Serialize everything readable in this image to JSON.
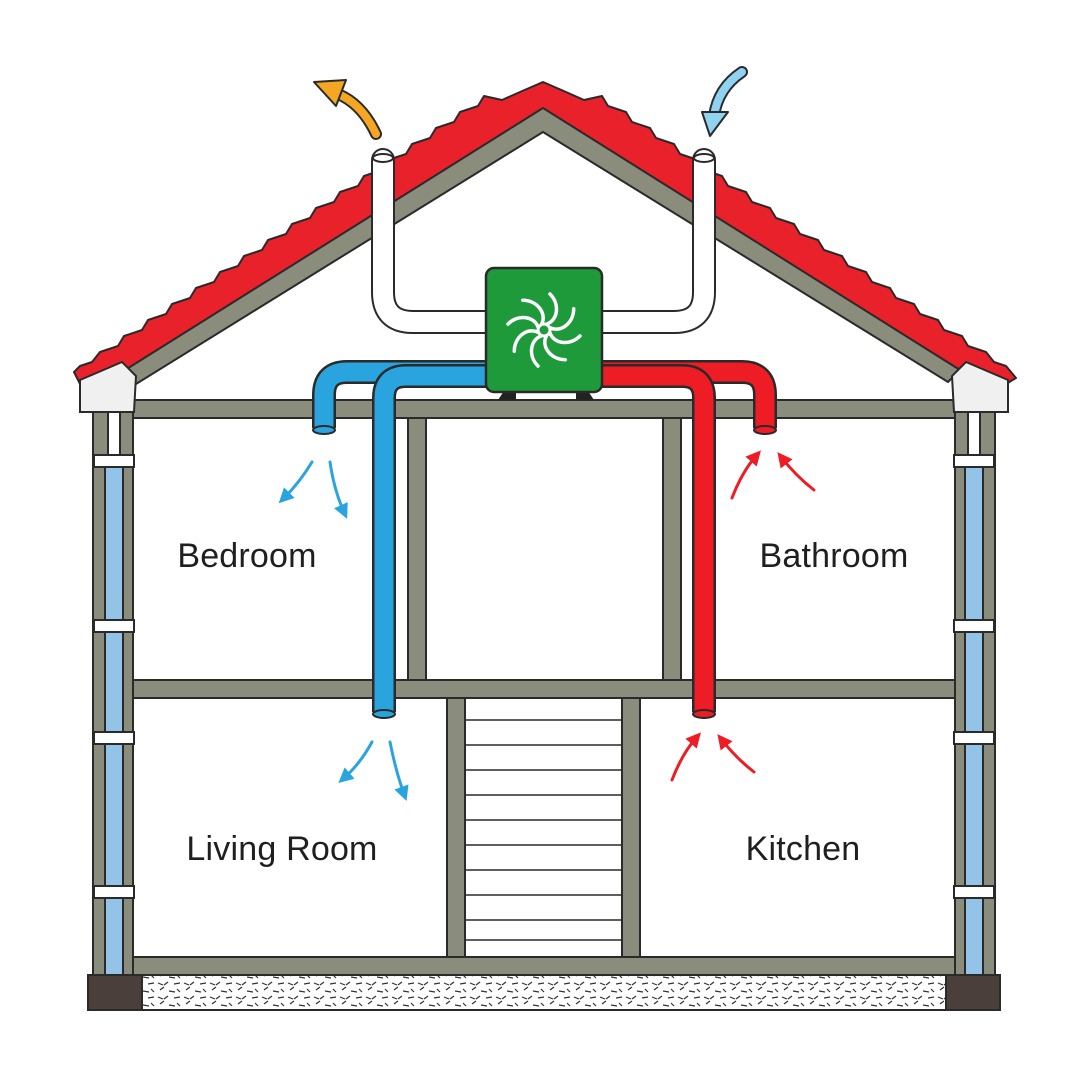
{
  "rooms": {
    "bedroom": "Bedroom",
    "bathroom": "Bathroom",
    "living_room": "Living Room",
    "kitchen": "Kitchen"
  },
  "colors": {
    "roof": "#e8212a",
    "frame": "#8a8c7c",
    "frame_stroke": "#2a2a2a",
    "supply_duct": "#2aa4de",
    "extract_duct": "#ee1c24",
    "fresh_intake_arrow": "#8fd3f1",
    "exhaust_arrow": "#f5a623",
    "unit": "#1f9a3b",
    "downpipe": "#93c3e6",
    "foundation": "#4a3f3a"
  },
  "icons": {
    "unit": "fan-icon",
    "exhaust": "exhaust-arrow-icon",
    "intake": "intake-arrow-icon"
  }
}
